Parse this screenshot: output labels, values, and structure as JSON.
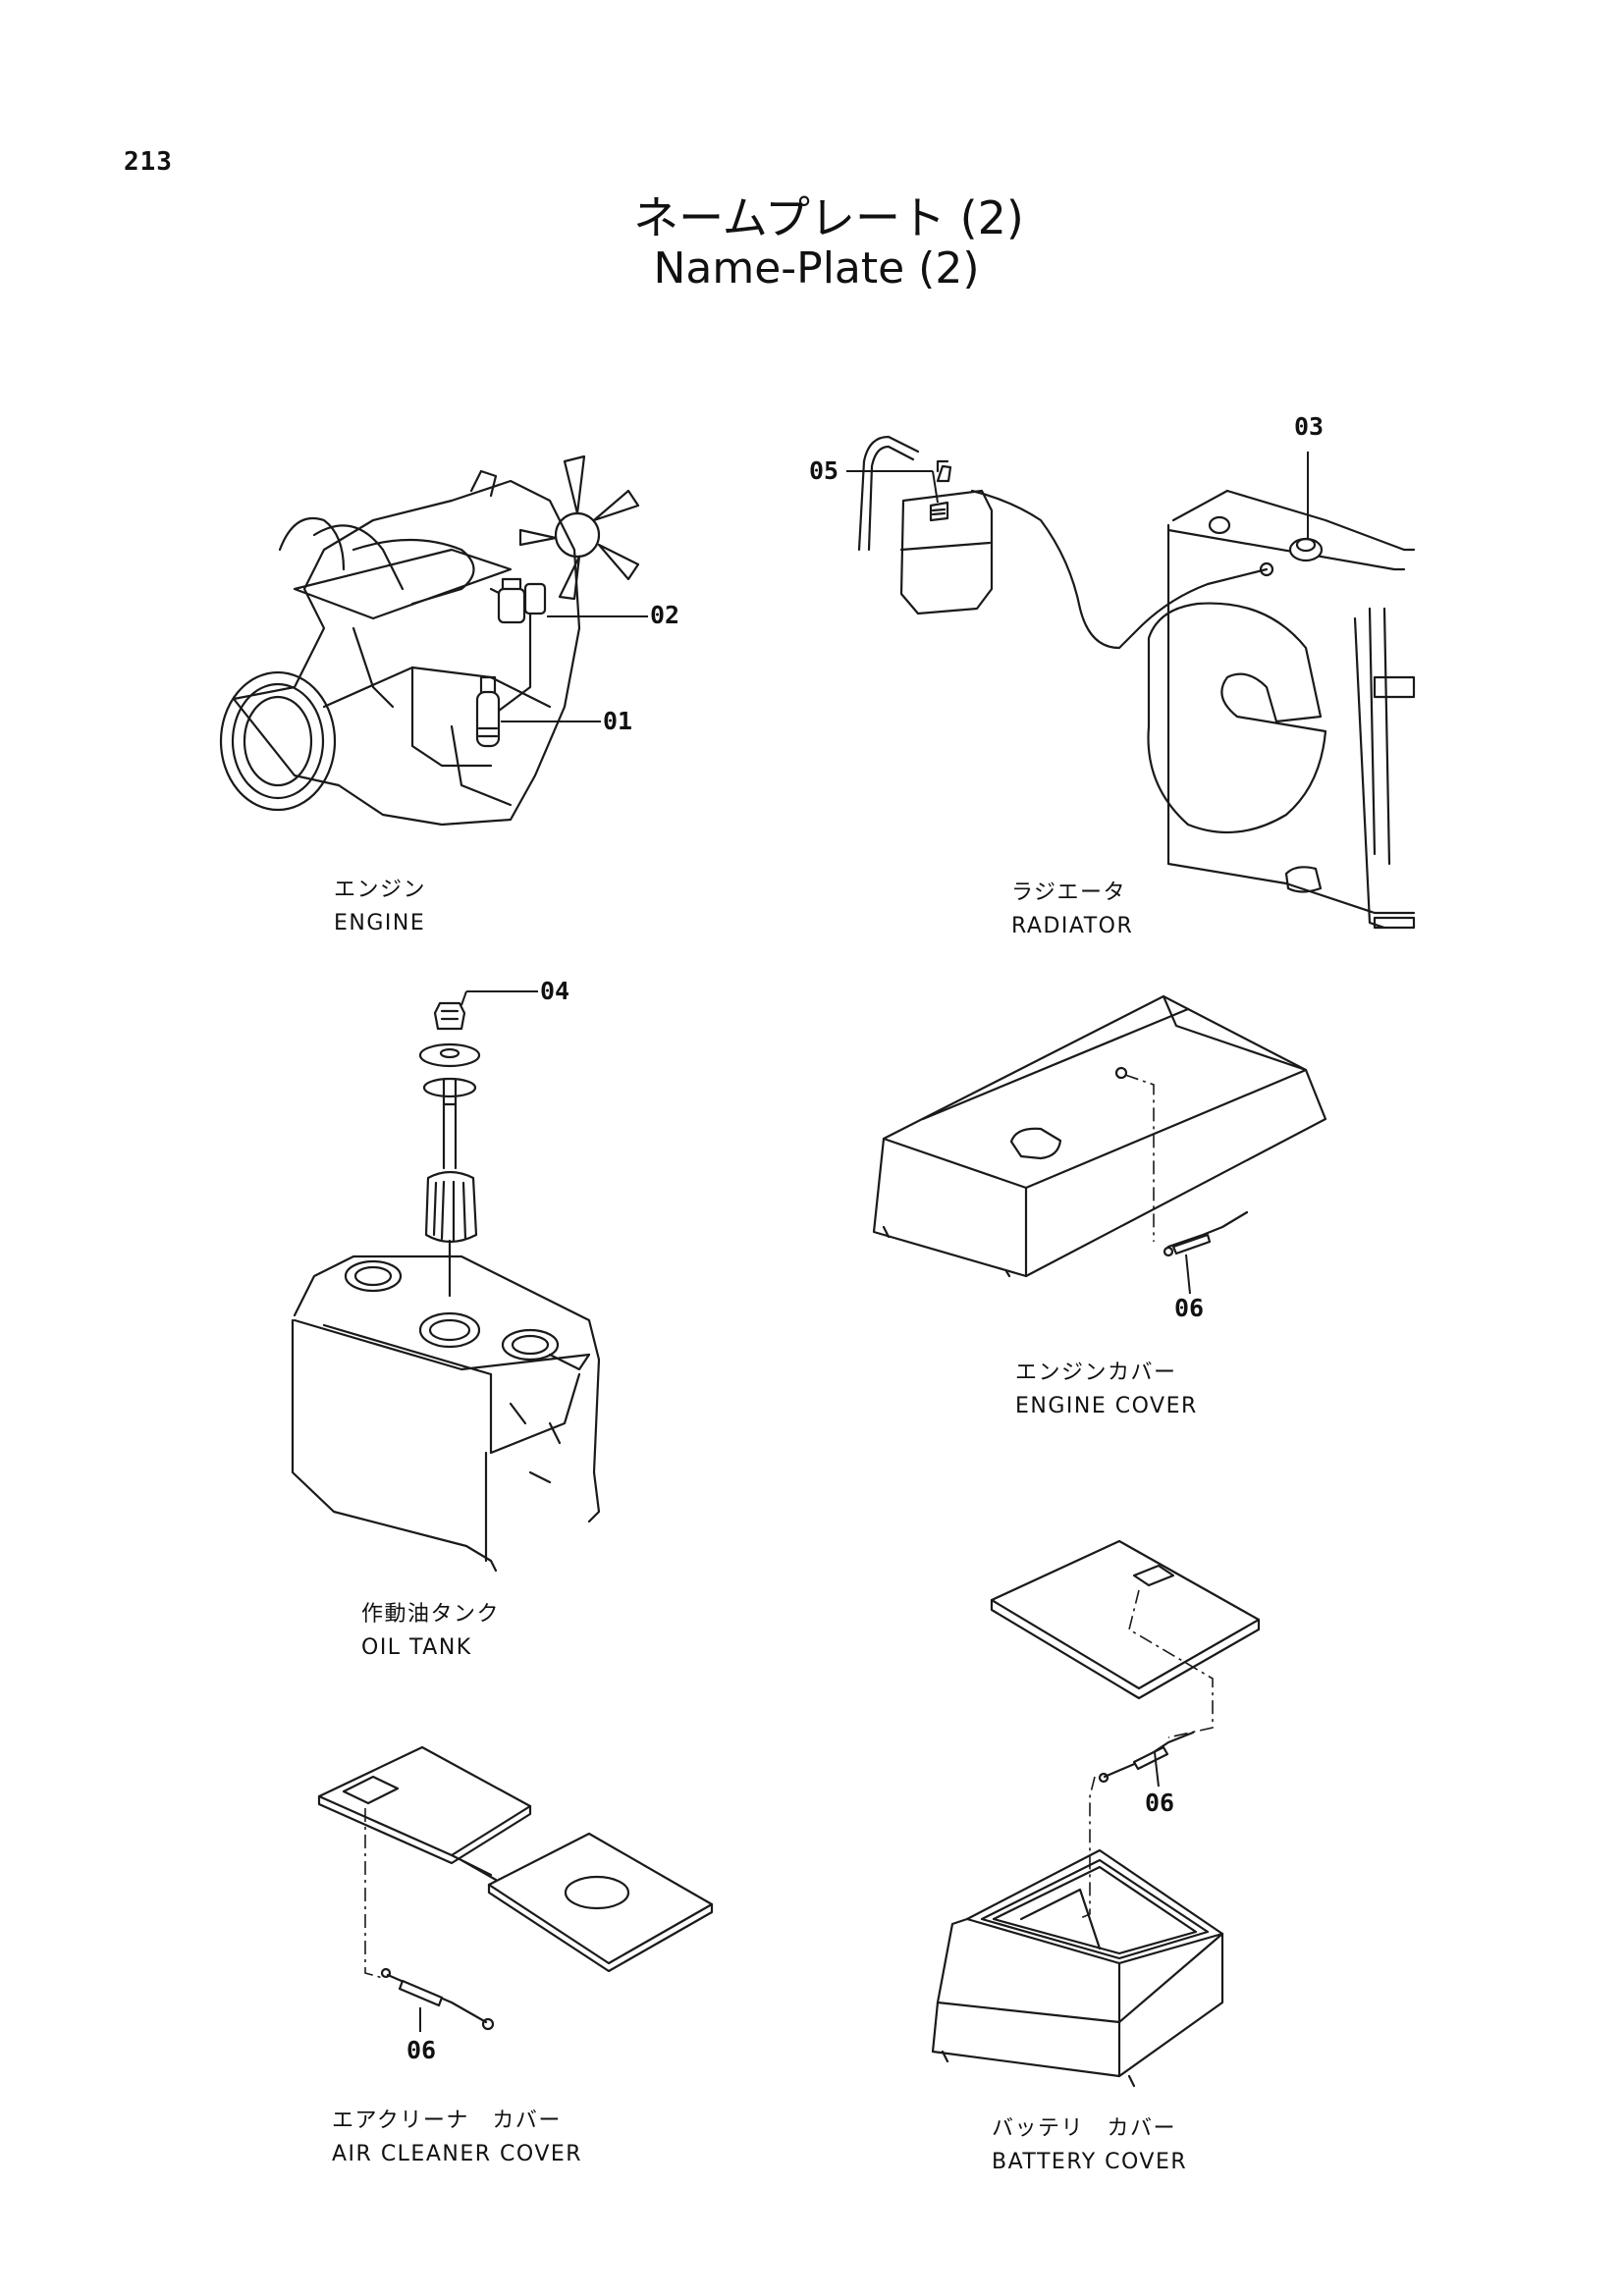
{
  "page_number": "213",
  "title": {
    "japanese": "ネームプレート (2)",
    "english": "Name-Plate (2)"
  },
  "figures": [
    {
      "id": "engine",
      "caption_jp": "エンジン",
      "caption_en": "ENGINE",
      "callouts": [
        "02",
        "01"
      ]
    },
    {
      "id": "radiator",
      "caption_jp": "ラジエータ",
      "caption_en": "RADIATOR",
      "callouts": [
        "05",
        "03"
      ]
    },
    {
      "id": "oil_tank",
      "caption_jp": "作動油タンク",
      "caption_en": "OIL TANK",
      "callouts": [
        "04"
      ]
    },
    {
      "id": "engine_cover",
      "caption_jp": "エンジンカバー",
      "caption_en": "ENGINE COVER",
      "callouts": [
        "06"
      ]
    },
    {
      "id": "air_cleaner_cover",
      "caption_jp": "エアクリーナ　カバー",
      "caption_en": "AIR CLEANER COVER",
      "callouts": [
        "06"
      ]
    },
    {
      "id": "battery_cover",
      "caption_jp": "バッテリ　カバー",
      "caption_en": "BATTERY COVER",
      "callouts": [
        "06"
      ]
    }
  ]
}
